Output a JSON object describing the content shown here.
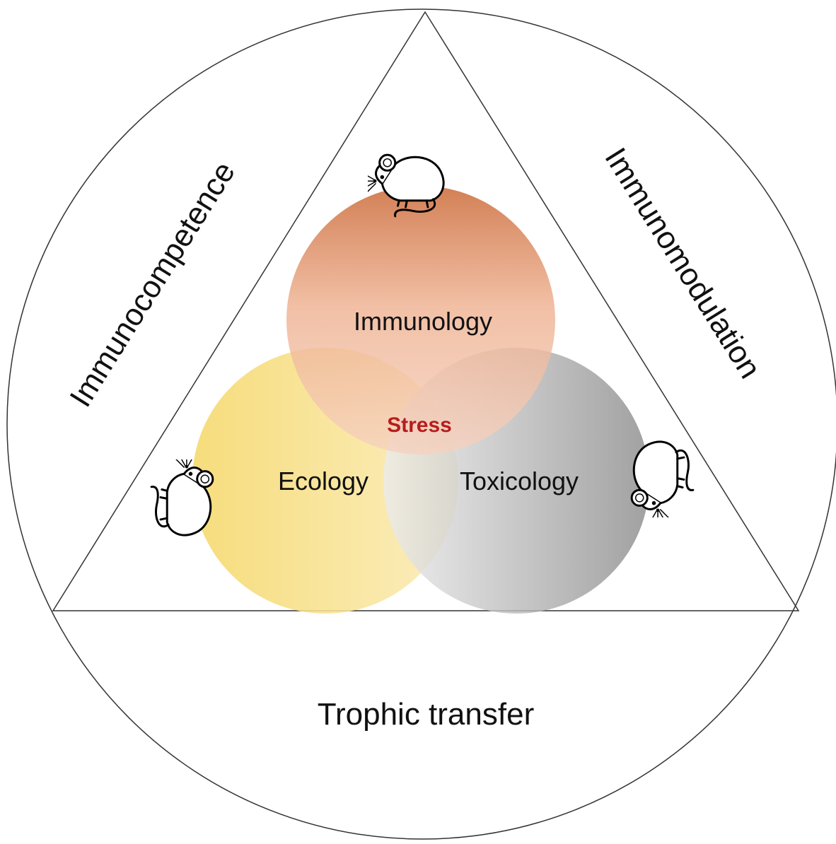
{
  "labels": {
    "left_side": "Immunocompetence",
    "right_side": "Immunomodulation",
    "bottom": "Trophic transfer",
    "circle_top": "Immunology",
    "circle_left": "Ecology",
    "circle_right": "Toxicology",
    "center": "Stress"
  },
  "icons": [
    "mouse-icon",
    "mouse-icon",
    "mouse-icon"
  ],
  "colors": {
    "immunology_top": "#c8602a",
    "immunology_bottom": "#f6d2c0",
    "ecology_left": "#f5d86a",
    "ecology_right": "#fbebb6",
    "toxicology_left": "#ececec",
    "toxicology_right": "#8c8c8c",
    "stress_text": "#b81c1c",
    "outline": "#333333"
  }
}
